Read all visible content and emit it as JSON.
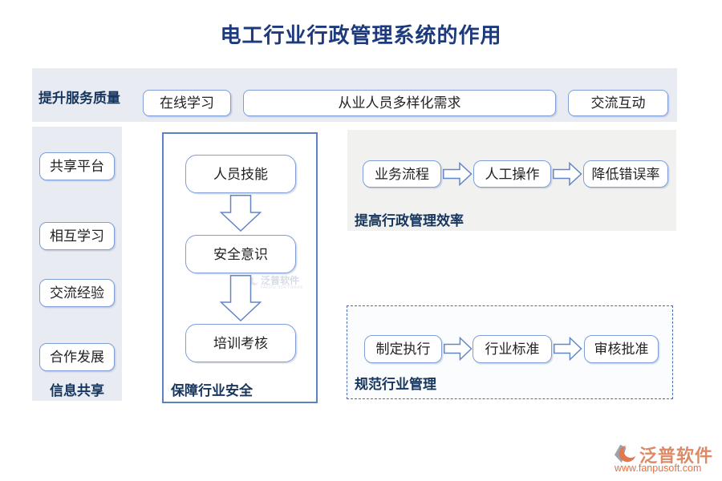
{
  "title": "电工行业行政管理系统的作用",
  "top_band": {
    "label": "提升服务质量",
    "buttons": [
      "在线学习",
      "从业人员多样化需求",
      "交流互动"
    ]
  },
  "sidebar": {
    "items": [
      "共享平台",
      "相互学习",
      "交流经验",
      "合作发展"
    ],
    "label": "信息共享"
  },
  "safety_panel": {
    "steps": [
      "人员技能",
      "安全意识",
      "培训考核"
    ],
    "label": "保障行业安全"
  },
  "efficiency_panel": {
    "steps": [
      "业务流程",
      "人工操作",
      "降低错误率"
    ],
    "label": "提高行政管理效率"
  },
  "standards_panel": {
    "steps": [
      "制定执行",
      "行业标准",
      "审核批准"
    ],
    "label": "规范行业管理"
  },
  "watermark": {
    "brand": "泛普软件",
    "sub": "FANPU SOFTWARE"
  },
  "footer": {
    "brand": "泛普软件",
    "website": "www.fanpusoft.com"
  },
  "icons": {
    "down_arrow": "hollow-down-block-arrow",
    "right_arrow": "hollow-right-block-arrow",
    "logo": "fanpu-diamond-crescent"
  },
  "colors": {
    "title_text": "#1d3a7c",
    "heading_text": "#17365d",
    "panel_bg": "#e9ebf2",
    "gray_panel_bg": "#f1f1f0",
    "dashed_panel_bg": "#fbfcfd",
    "node_border": "#7f9ed8",
    "frame_border": "#5b81c4",
    "dashed_border": "#4a6cb5",
    "arrow_stroke": "#6286c6",
    "node_text": "#222222",
    "footer_brand": "#dd8a66",
    "footer_site": "#e4713f"
  }
}
